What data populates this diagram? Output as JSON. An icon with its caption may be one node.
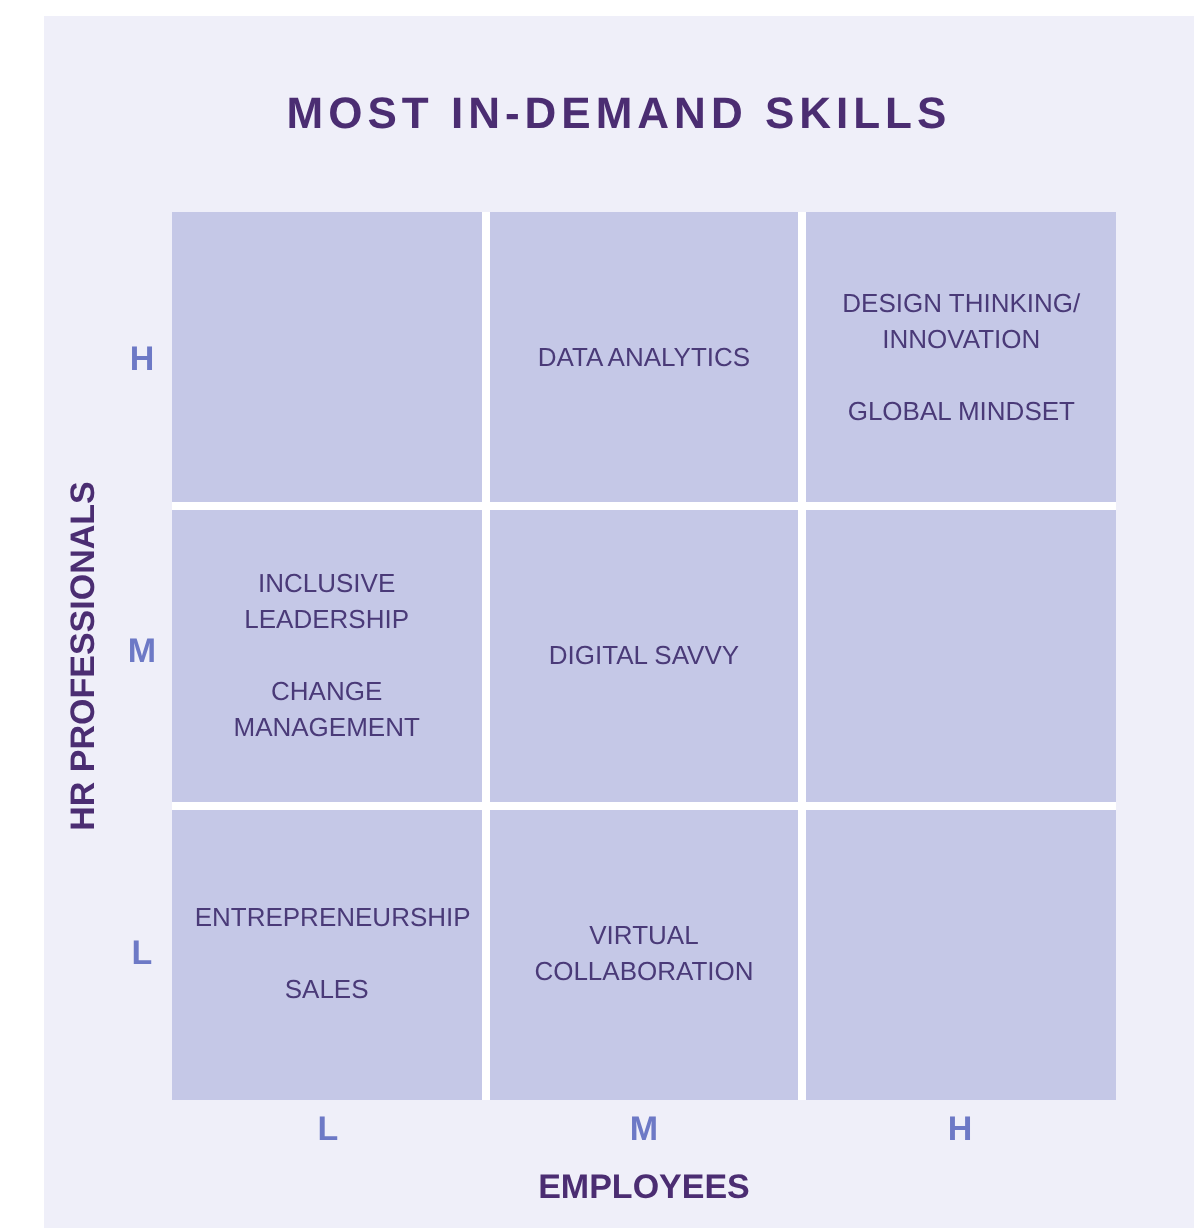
{
  "diagram": {
    "title": "MOST IN-DEMAND SKILLS",
    "nodes": [
      {
        "text": [],
        "shape": "box"
      },
      {
        "text": [
          "DATA ANALYTICS"
        ]
      },
      {
        "text": [
          "DESIGN THINKING/ INNOVATION",
          "GLOBAL MINDSET"
        ]
      },
      {
        "text": [
          "INCLUSIVE LEADERSHIP",
          "CHANGE MANAGEMENT"
        ]
      },
      {
        "text": [
          "DIGITAL SAVVY"
        ]
      },
      {
        "text": [],
        "shape": "box"
      },
      {
        "text": [
          "ENTREPRENEURSHIP",
          "SALES"
        ]
      },
      {
        "text": [
          "VIRTUAL COLLABORATION"
        ]
      },
      {
        "text": [],
        "shape": "box"
      }
    ],
    "labels": [
      "H",
      "M",
      "L",
      "HR PROFESSIONALS",
      "L",
      "M",
      "H",
      "EMPLOYEES"
    ]
  }
}
